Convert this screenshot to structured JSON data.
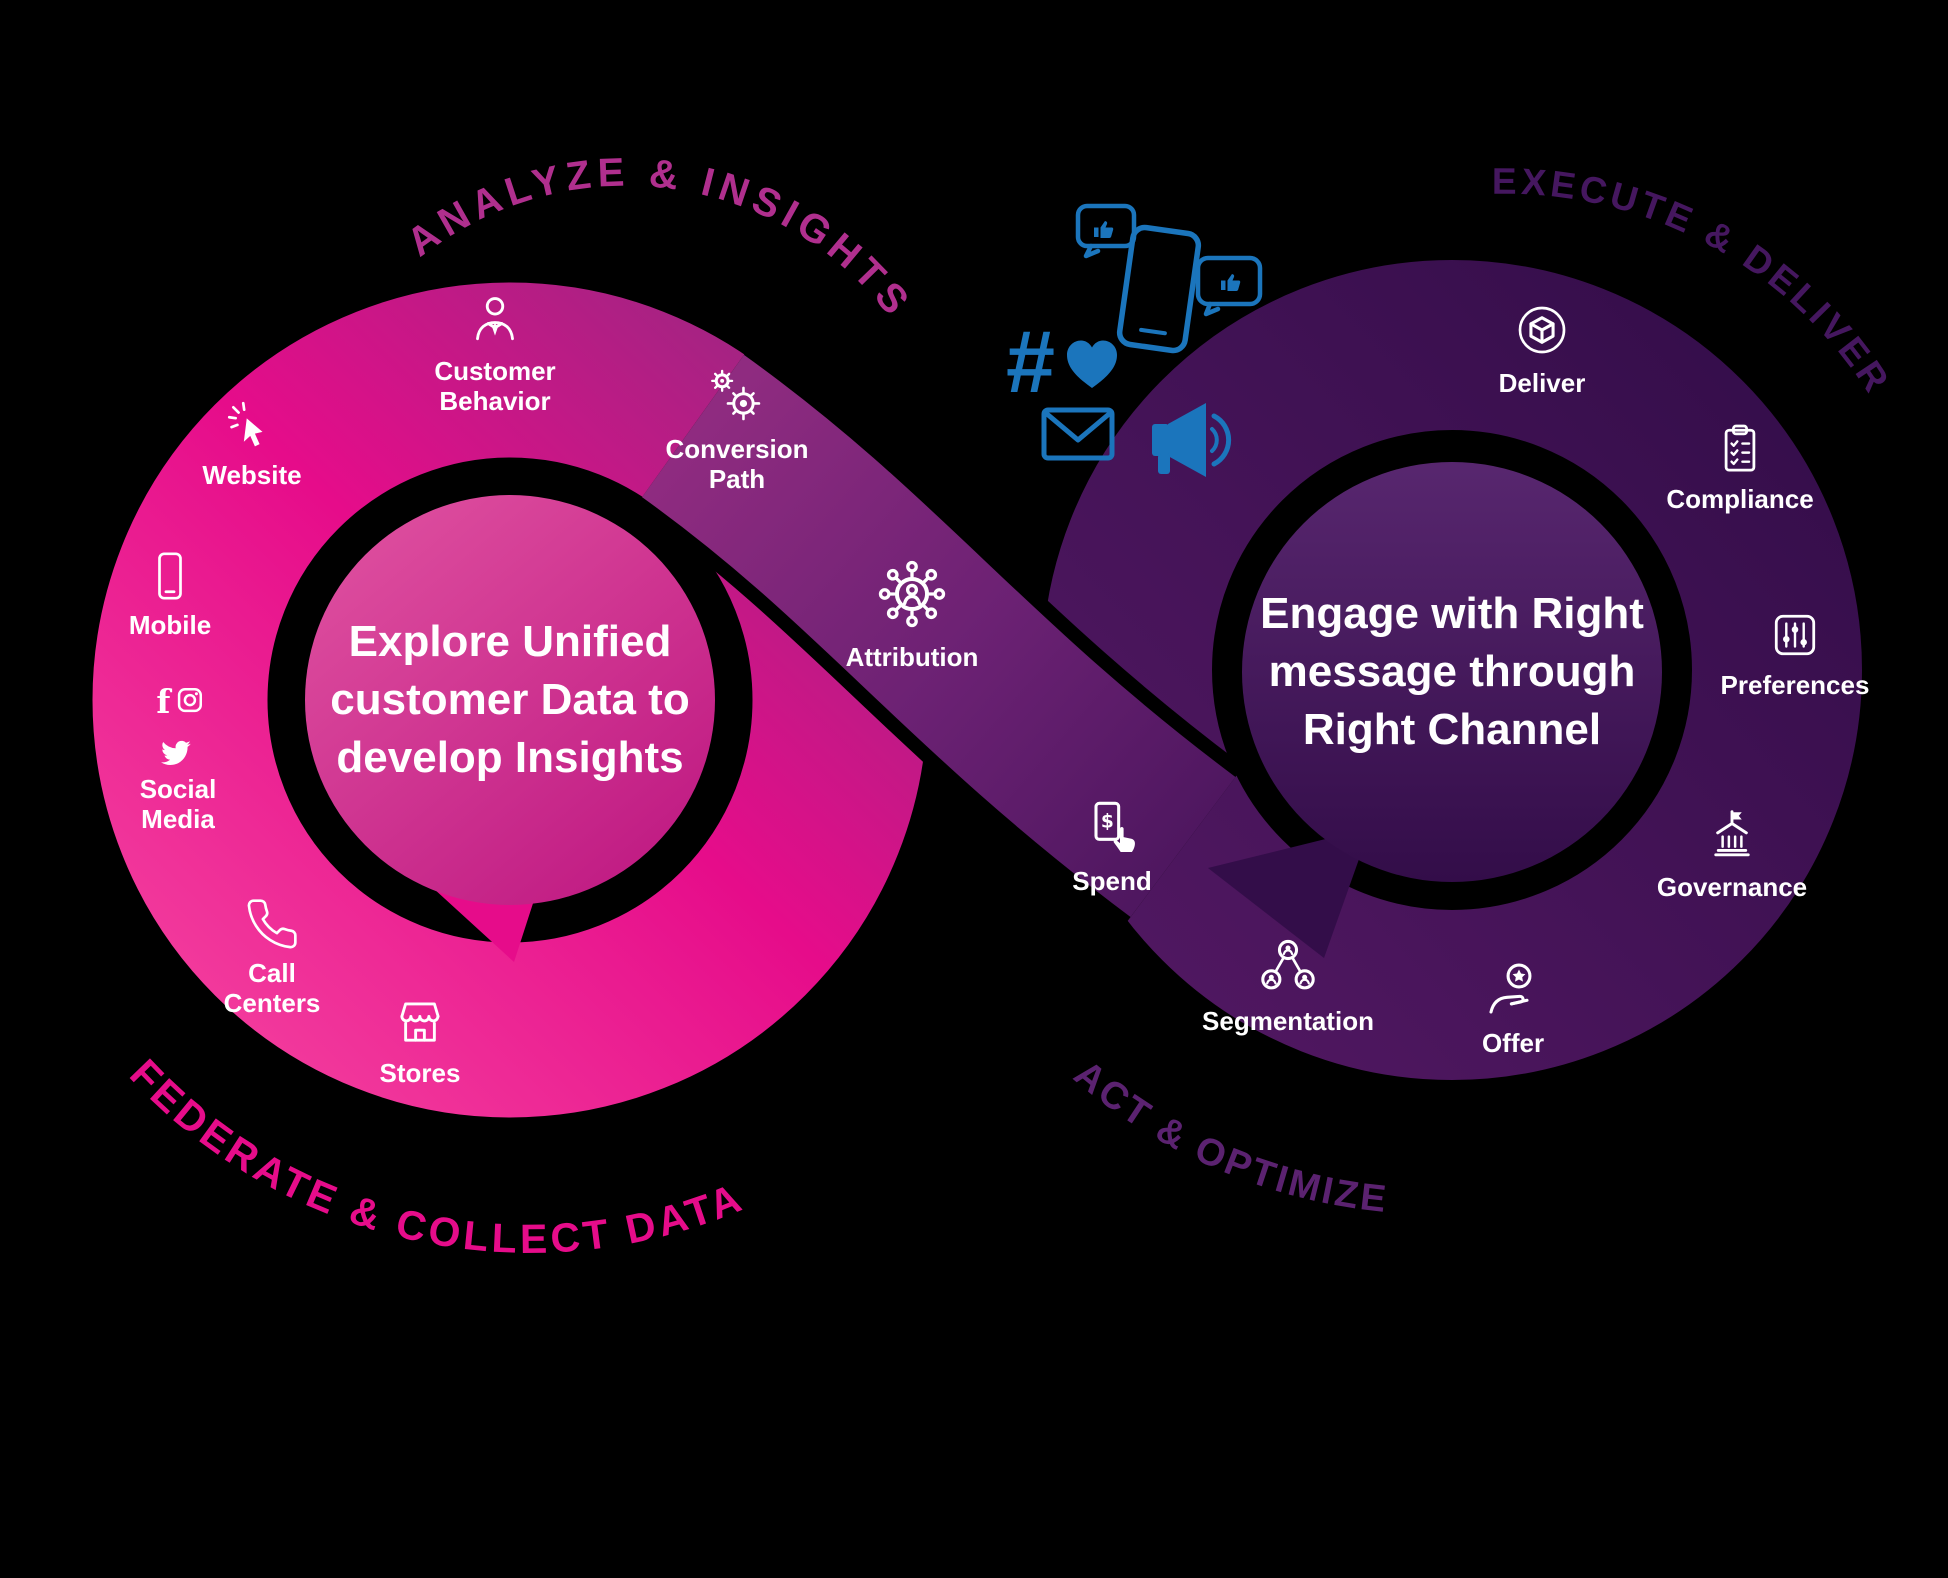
{
  "colors": {
    "pink-bright": "#f4419f",
    "pink": "#e60c8a",
    "pink-light": "#dd4d9e",
    "pink-deep": "#c01b83",
    "magenta": "#8f2b80",
    "plum": "#6b2173",
    "purple-mid": "#4f1760",
    "purple-dark": "#330d49",
    "violet-light": "#57266e",
    "label-magenta": "#b02f8e",
    "label-violet": "#45175f",
    "label-purple": "#5b2270",
    "blue": "#1b75bc",
    "white": "#ffffff"
  },
  "phases": {
    "analyze": "ANALYZE & INSIGHTS",
    "execute": "EXECUTE & DELIVER",
    "federate": "FEDERATE & COLLECT DATA",
    "act": "ACT & OPTIMIZE"
  },
  "left_circle": {
    "text": "Explore Unified customer Data to develop Insights"
  },
  "right_circle": {
    "text": "Engage with Right message through Right Channel"
  },
  "collect_nodes": [
    {
      "label": "Website",
      "icon": "cursor-click-icon"
    },
    {
      "label": "Mobile",
      "icon": "smartphone-icon"
    },
    {
      "label": "Social Media",
      "icon": "social-media-icon"
    },
    {
      "label": "Call Centers",
      "icon": "phone-handset-icon"
    },
    {
      "label": "Stores",
      "icon": "storefront-icon"
    }
  ],
  "analyze_nodes": [
    {
      "label": "Customer Behavior",
      "icon": "customer-behavior-icon"
    },
    {
      "label": "Conversion Path",
      "icon": "gears-icon"
    },
    {
      "label": "Attribution",
      "icon": "attribution-network-icon"
    }
  ],
  "act_nodes": [
    {
      "label": "Spend",
      "icon": "spend-icon"
    },
    {
      "label": "Segmentation",
      "icon": "segmentation-icon"
    },
    {
      "label": "Offer",
      "icon": "offer-icon"
    }
  ],
  "execute_nodes": [
    {
      "label": "Deliver",
      "icon": "deliver-icon"
    },
    {
      "label": "Compliance",
      "icon": "compliance-icon"
    },
    {
      "label": "Preferences",
      "icon": "preferences-icon"
    },
    {
      "label": "Governance",
      "icon": "governance-icon"
    }
  ],
  "channel_icons": [
    "hashtag-icon",
    "heart-icon",
    "social-phone-icon",
    "email-icon",
    "megaphone-icon"
  ]
}
